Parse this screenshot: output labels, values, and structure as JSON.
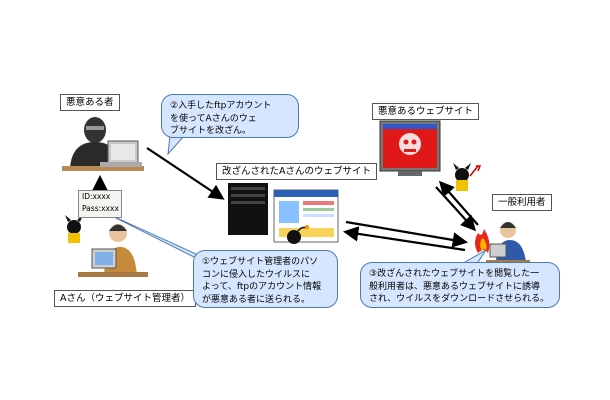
{
  "labels": {
    "attacker": "悪意ある者",
    "malicious_site": "悪意あるウェブサイト",
    "tampered_site": "改ざんされたAさんのウェブサイト",
    "general_user": "一般利用者",
    "site_admin": "Aさん（ウェブサイト管理者）"
  },
  "credentials": {
    "id": "ID:xxxx",
    "pass": "Pass:xxxx"
  },
  "callouts": {
    "step1": [
      "①ウェブサイト管理者のパソ",
      "コンに侵入したウイルスに",
      "よって、ftpのアカウント情報",
      "が悪意ある者に送られる。"
    ],
    "step2": [
      "②入手したftpアカウント",
      "を使ってAさんのウェ",
      "ブサイトを改ざん。"
    ],
    "step3": [
      "③改ざんされたウェブサイトを閲覧した一",
      "般利用者は、悪意あるウェブサイトに誘導",
      "され、ウイルスをダウンロードさせられる。"
    ]
  },
  "colors": {
    "bubble_fill": "#d7e6ff",
    "bubble_border": "#4b78b6",
    "malicious_site_red": "#e01818",
    "arrow": "#000000"
  },
  "icons": [
    "attacker-figure",
    "server-tower-icon",
    "bomb-icon",
    "devil-icon",
    "fire-icon",
    "pc-user-figure"
  ]
}
